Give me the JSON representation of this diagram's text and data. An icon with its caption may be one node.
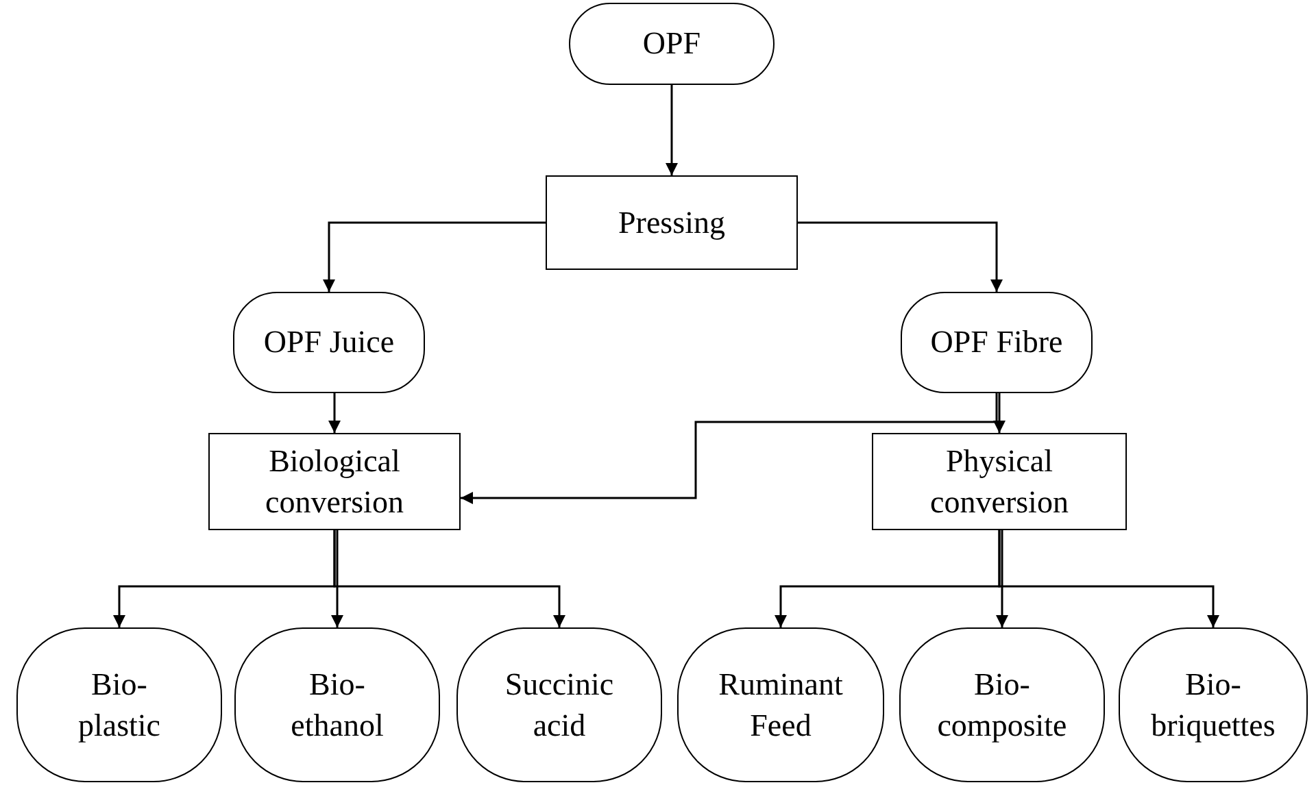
{
  "diagram": {
    "nodes": [
      {
        "text": [
          "OPF"
        ]
      },
      {
        "text": [
          "Pressing"
        ]
      },
      {
        "text": [
          "OPF Juice"
        ]
      },
      {
        "text": [
          "OPF Fibre"
        ]
      },
      {
        "text": [
          "Biological conversion"
        ]
      },
      {
        "text": [
          "Physical conversion"
        ]
      },
      {
        "text": [
          "Bio- plastic"
        ]
      },
      {
        "text": [
          "Bio- ethanol"
        ]
      },
      {
        "text": [
          "Succinic acid"
        ]
      },
      {
        "text": [
          "Ruminant Feed"
        ]
      },
      {
        "text": [
          "Bio- composite"
        ]
      },
      {
        "text": [
          "Bio- briquettes"
        ]
      }
    ],
    "edges": [
      {
        "from": 0,
        "to": 1,
        "arrow": "to"
      },
      {
        "from": 1,
        "to": 2,
        "arrow": "to"
      },
      {
        "from": 1,
        "to": 3,
        "arrow": "to"
      },
      {
        "from": 2,
        "to": 4,
        "arrow": "to"
      },
      {
        "from": 3,
        "to": 5,
        "arrow": "to"
      },
      {
        "from": 3,
        "to": 4,
        "arrow": "to"
      },
      {
        "from": 4,
        "to": 6,
        "arrow": "to"
      },
      {
        "from": 4,
        "to": 7,
        "arrow": "to"
      },
      {
        "from": 4,
        "to": 8,
        "arrow": "to"
      },
      {
        "from": 5,
        "to": 9,
        "arrow": "to"
      },
      {
        "from": 5,
        "to": 10,
        "arrow": "to"
      },
      {
        "from": 5,
        "to": 11,
        "arrow": "to"
      }
    ]
  }
}
